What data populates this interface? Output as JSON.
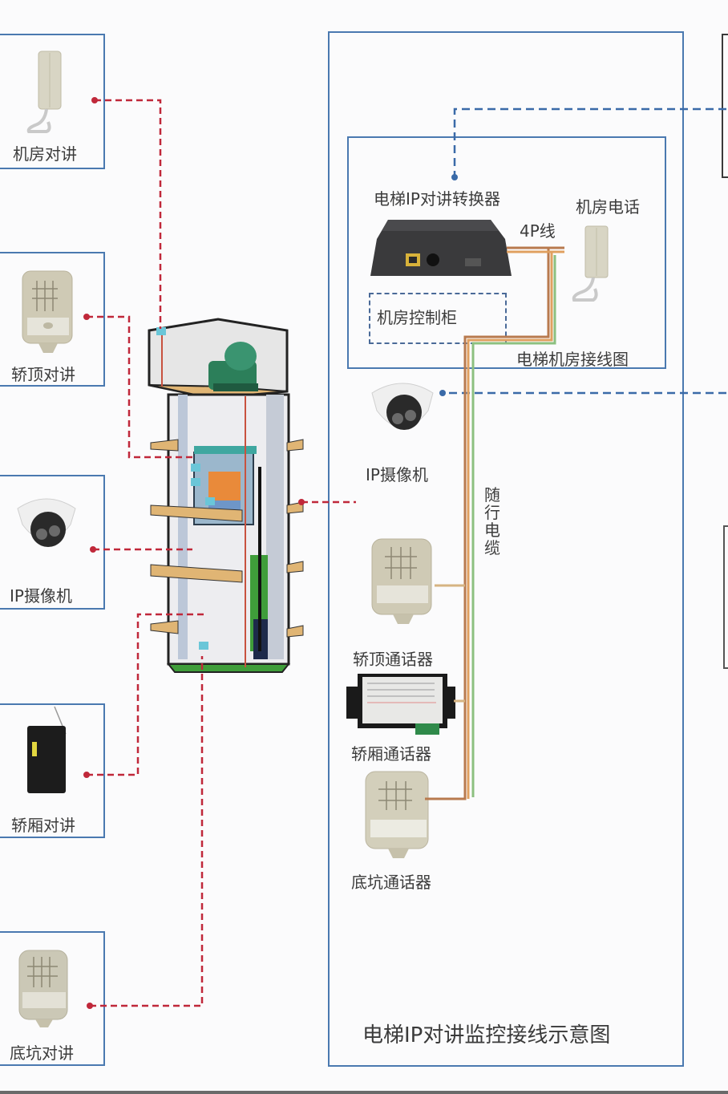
{
  "title": "电梯IP对讲监控接线示意图",
  "left_panel": {
    "items": [
      {
        "label": "机房对讲",
        "icon": "handset-phone-icon"
      },
      {
        "label": "轿顶对讲",
        "icon": "intercom-panel-icon"
      },
      {
        "label": "IP摄像机",
        "icon": "dome-camera-icon"
      },
      {
        "label": "轿厢对讲",
        "icon": "car-intercom-module-icon"
      },
      {
        "label": "底坑对讲",
        "icon": "intercom-panel-icon"
      }
    ]
  },
  "machine_room": {
    "caption": "电梯机房接线图",
    "converter_label": "电梯IP对讲转换器",
    "phone_label": "机房电话",
    "wire_label": "4P线",
    "cabinet_label": "机房控制柜"
  },
  "shaft_devices": {
    "camera_label": "IP摄像机",
    "travel_cable_label": "随行电缆",
    "car_top_label": "轿顶通话器",
    "car_label": "轿厢通话器",
    "pit_label": "底坑通话器"
  },
  "colors": {
    "box_border": "#4a79b0",
    "red_dashed": "#c0283a",
    "blue_dashed": "#3a6aa8",
    "cable_orange": "#e0a060",
    "cable_brown": "#b87a4e",
    "cable_green": "#8cc080"
  }
}
